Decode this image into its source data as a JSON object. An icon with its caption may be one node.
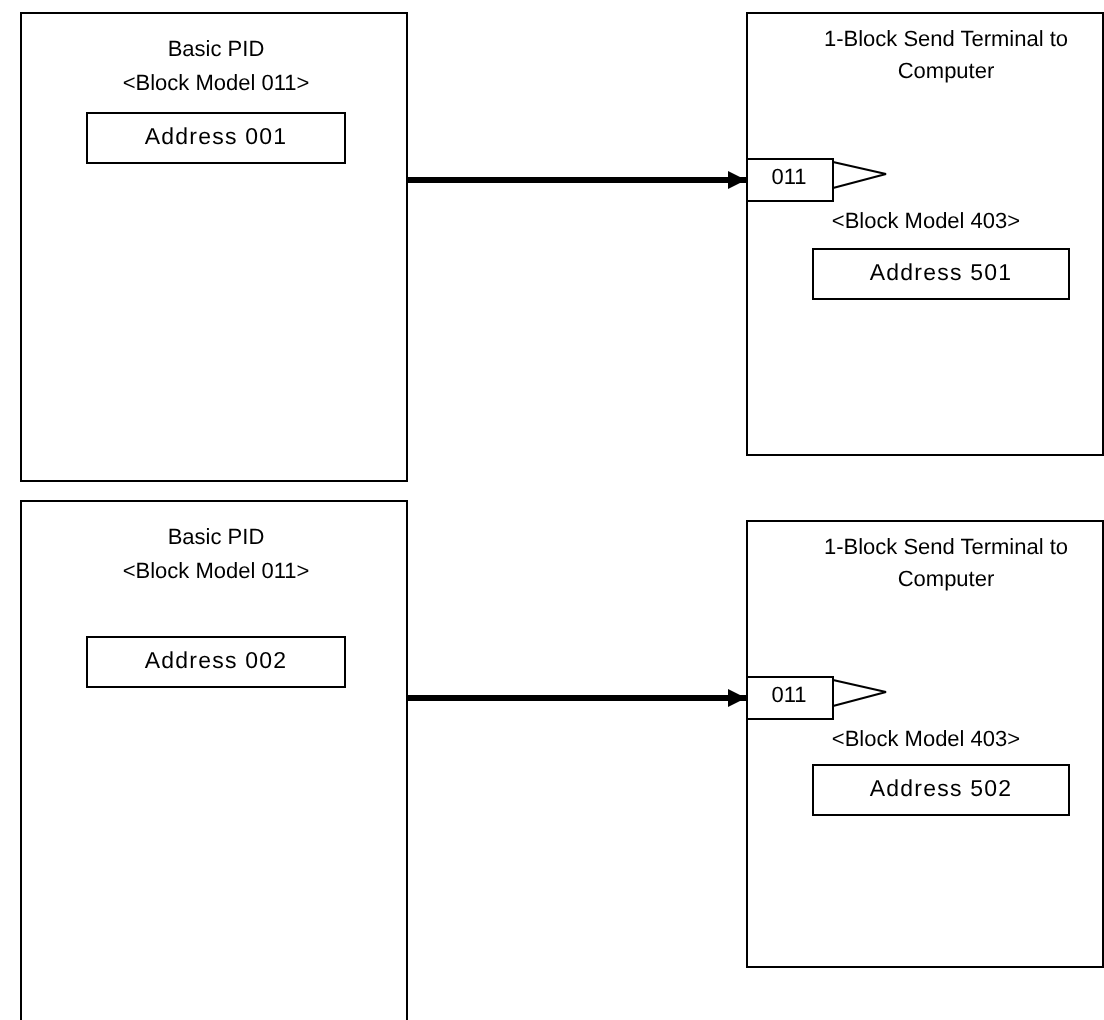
{
  "diagram": {
    "nodes": [
      {
        "text": [
          "Basic PID",
          "<Block Model 011>"
        ]
      },
      {
        "text": [
          "Address 001"
        ],
        "in": 0
      },
      {
        "text": [
          "1-Block Send Terminal to Computer",
          "<Block Model 403>"
        ]
      },
      {
        "text": [
          "011"
        ],
        "in": 2
      },
      {
        "text": [
          "Address 501"
        ],
        "in": 2
      },
      {
        "text": [
          "Basic PID",
          "<Block Model 011>"
        ]
      },
      {
        "text": [
          "Address 002"
        ],
        "in": 5
      },
      {
        "text": [
          "1-Block Send Terminal to Computer",
          "<Block Model 403>"
        ]
      },
      {
        "text": [
          "011"
        ],
        "in": 7
      },
      {
        "text": [
          "Address 502"
        ],
        "in": 7
      }
    ],
    "edges": [
      {
        "from": 0,
        "to": 3,
        "arrow": "to"
      },
      {
        "from": 5,
        "to": 8,
        "arrow": "to"
      }
    ]
  }
}
